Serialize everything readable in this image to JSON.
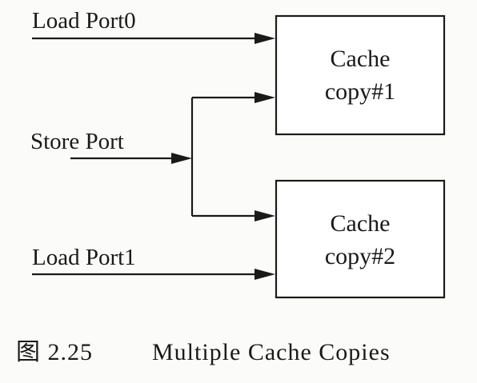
{
  "ports": {
    "load_port0": "Load Port0",
    "store_port": "Store Port",
    "load_port1": "Load Port1"
  },
  "caches": {
    "copy1": {
      "line1": "Cache",
      "line2": "copy#1"
    },
    "copy2": {
      "line1": "Cache",
      "line2": "copy#2"
    }
  },
  "caption": {
    "figure_label": "图 2.25",
    "title": "Multiple Cache Copies"
  }
}
